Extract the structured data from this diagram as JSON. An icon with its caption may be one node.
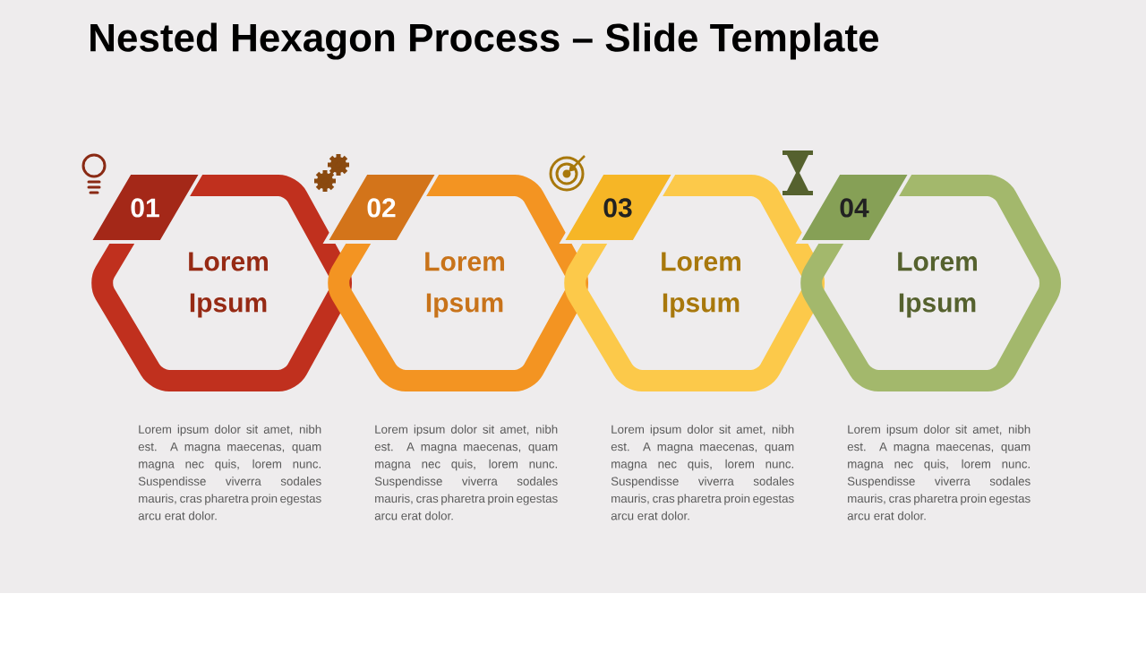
{
  "diagram": {
    "title": "Nested Hexagon Process – Slide Template",
    "nodes": [
      {
        "text": [
          "01",
          "Lorem Ipsum"
        ],
        "beside": [
          "Lorem ipsum dolor sit amet, nibh est. A magna maecenas, quam magna nec quis, lorem nunc. Suspendisse viverra sodales mauris, cras pharetra proin egestas arcu erat dolor."
        ]
      },
      {
        "text": [
          "02",
          "Lorem Ipsum"
        ],
        "beside": [
          "Lorem ipsum dolor sit amet, nibh est. A magna maecenas, quam magna nec quis, lorem nunc. Suspendisse viverra sodales mauris, cras pharetra proin egestas arcu erat dolor."
        ]
      },
      {
        "text": [
          "03",
          "Lorem Ipsum"
        ],
        "beside": [
          "Lorem ipsum dolor sit amet, nibh est. A magna maecenas, quam magna nec quis, lorem nunc. Suspendisse viverra sodales mauris, cras pharetra proin egestas arcu erat dolor."
        ]
      },
      {
        "text": [
          "04",
          "Lorem Ipsum"
        ],
        "beside": [
          "Lorem ipsum dolor sit amet, nibh est. A magna maecenas, quam magna nec quis, lorem nunc. Suspendisse viverra sodales mauris, cras pharetra proin egestas arcu erat dolor."
        ]
      }
    ]
  }
}
